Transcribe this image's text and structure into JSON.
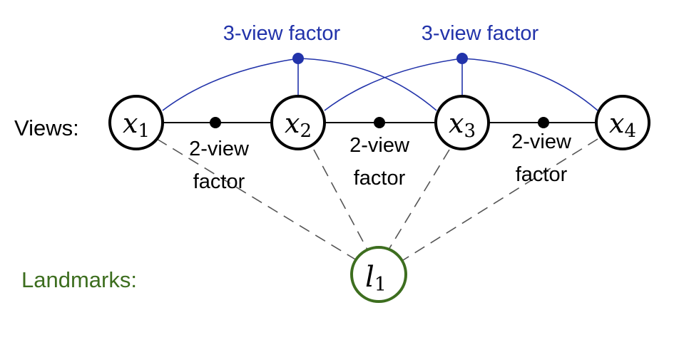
{
  "row_labels": {
    "views": "Views:",
    "landmarks": "Landmarks:"
  },
  "view_nodes": [
    {
      "id": "x1",
      "symbol": "x",
      "subscript": "1"
    },
    {
      "id": "x2",
      "symbol": "x",
      "subscript": "2"
    },
    {
      "id": "x3",
      "symbol": "x",
      "subscript": "3"
    },
    {
      "id": "x4",
      "symbol": "x",
      "subscript": "4"
    }
  ],
  "landmark_nodes": [
    {
      "id": "l1",
      "symbol": "l",
      "subscript": "1"
    }
  ],
  "two_view_factors": [
    {
      "between": [
        "x1",
        "x2"
      ],
      "line1": "2-view",
      "line2": "factor"
    },
    {
      "between": [
        "x2",
        "x3"
      ],
      "line1": "2-view",
      "line2": "factor"
    },
    {
      "between": [
        "x3",
        "x4"
      ],
      "line1": "2-view",
      "line2": "factor"
    }
  ],
  "three_view_factors": [
    {
      "connects": [
        "x1",
        "x2",
        "x3"
      ],
      "label": "3-view factor"
    },
    {
      "connects": [
        "x2",
        "x3",
        "x4"
      ],
      "label": "3-view factor"
    }
  ],
  "colors": {
    "three_view": "#2233aa",
    "landmark": "#3d6e1f",
    "edge": "#000000",
    "dashed_edge": "#555555"
  }
}
